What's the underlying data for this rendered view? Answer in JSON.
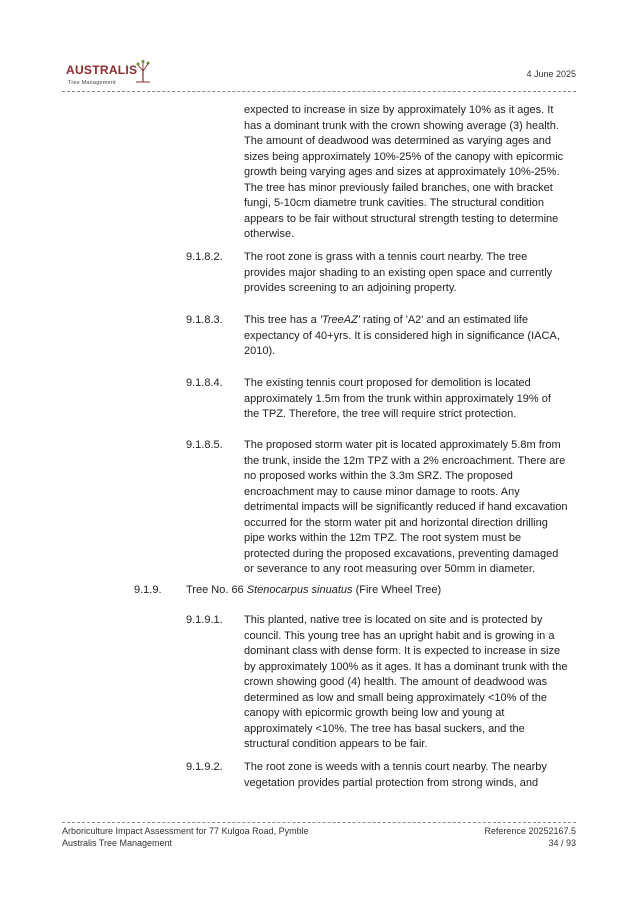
{
  "header": {
    "logo_word": "AUSTRALIS",
    "logo_sub": "Tree Management",
    "date": "4 June 2025"
  },
  "paras": {
    "p0": "expected to increase in size by approximately 10% as it ages. It has a dominant trunk with the crown showing average (3) health. The amount of deadwood was determined as varying ages and sizes being approximately 10%-25% of the canopy with epicormic growth being varying ages and sizes at approximately 10%-25%. The tree has minor previously failed branches, one with bracket fungi, 5-10cm diametre trunk cavities. The structural condition appears to be fair without structural strength testing to determine otherwise.",
    "n1": "9.1.8.2.",
    "p1": "The root zone is grass with a tennis court nearby. The tree provides major shading to an existing open space and currently provides screening to an adjoining property.",
    "n2": "9.1.8.3.",
    "p2_a": "This tree has a ",
    "p2_em": "'TreeAZ'",
    "p2_b": " rating of 'A2' and an estimated life expectancy of 40+yrs. It is considered high in significance (IACA, 2010).",
    "n3": "9.1.8.4.",
    "p3": "The existing tennis court proposed for demolition is located approximately 1.5m from the trunk within approximately 19% of the TPZ. Therefore, the tree will require strict protection.",
    "n4": "9.1.8.5.",
    "p4": "The proposed storm water pit is located approximately 5.8m from the trunk, inside the 12m TPZ with a 2% encroachment. There are no proposed works within the 3.3m SRZ. The proposed encroachment may to cause minor damage to roots. Any detrimental impacts will be significantly reduced if hand excavation occurred for the storm water pit and horizontal direction drilling pipe works within the 12m TPZ. The root system must be protected during the proposed excavations, preventing damaged or severance to any root measuring over 50mm in diameter.",
    "n5": "9.1.9.",
    "h5_a": "Tree No. 66 ",
    "h5_em": "Stenocarpus sinuatus",
    "h5_b": " (Fire Wheel Tree)",
    "n6": "9.1.9.1.",
    "p6": "This planted, native tree is located on site and is protected by council. This young tree has an upright habit and is growing in a dominant class with dense form. It is expected to increase in size by approximately 100% as it ages. It has a dominant trunk with the crown showing good (4) health. The amount of deadwood was determined as low and small being approximately <10% of the canopy with epicormic growth being low and young at approximately <10%. The tree has basal suckers, and the structural condition appears to be fair.",
    "n7": "9.1.9.2.",
    "p7": "The root zone is weeds with a tennis court nearby. The nearby vegetation provides partial protection from strong winds, and"
  },
  "footer": {
    "left_line1": "Arboriculture Impact Assessment for 77 Kulgoa Road, Pymble",
    "left_line2": "Australis Tree Management",
    "right_line1": "Reference 20252167.5",
    "right_line2": "34 / 93"
  }
}
